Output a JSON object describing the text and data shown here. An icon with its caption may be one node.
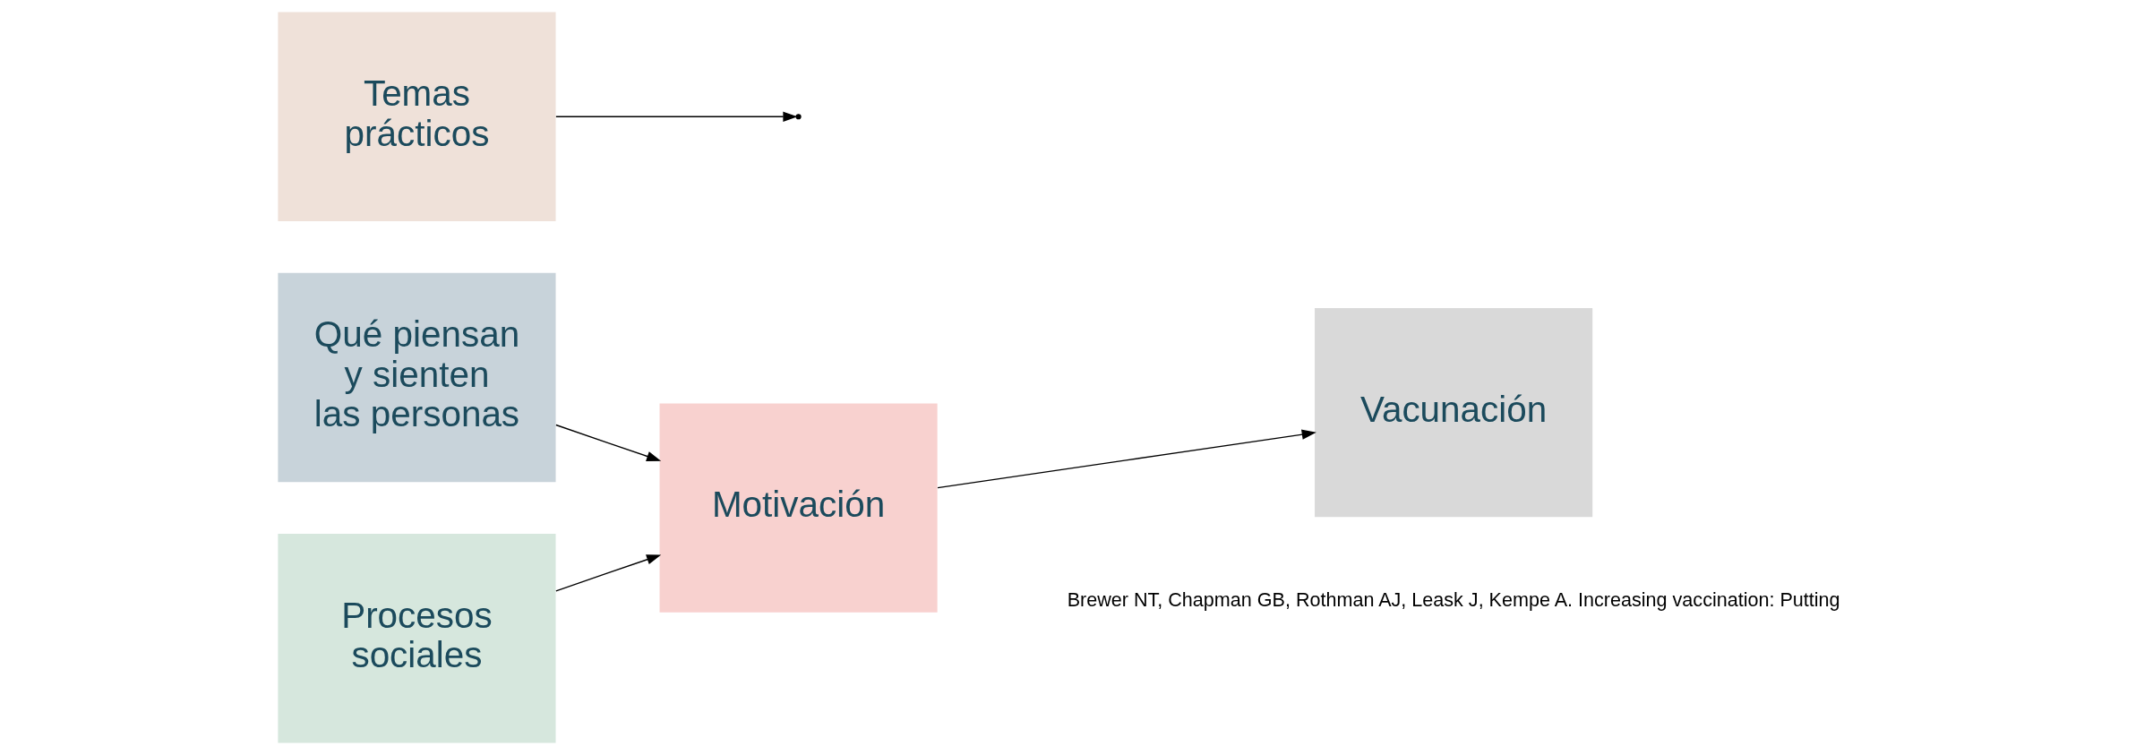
{
  "diagram": {
    "nodes": [
      {
        "text": [
          "Qué piensan y sienten las personas"
        ]
      },
      {
        "text": [
          "Procesos sociales"
        ]
      },
      {
        "text": [
          "Motivación"
        ]
      },
      {
        "text": [
          "Temas prácticos"
        ]
      },
      {
        "text": [
          "Vacunación"
        ]
      }
    ],
    "edges": [
      {
        "from": 0,
        "to": 2,
        "arrow": "to"
      },
      {
        "from": 1,
        "to": 2,
        "arrow": "to"
      },
      {
        "from": 2,
        "to": 4,
        "arrow": "to"
      },
      {
        "from": 3,
        "to": null,
        "arrow": "to"
      }
    ],
    "labels": [
      "Brewer NT, Chapman GB, Rothman AJ, Leask J, Kempe A. Increasing vaccination: Putting"
    ]
  }
}
